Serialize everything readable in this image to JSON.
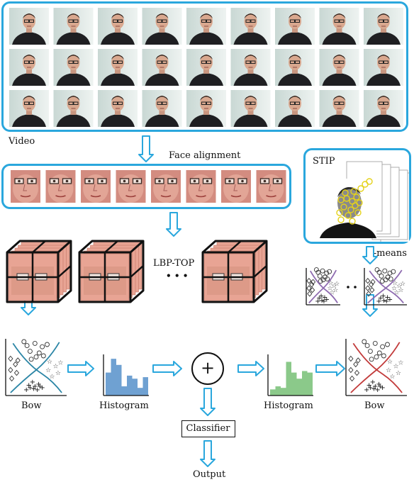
{
  "labels": {
    "video": "Video",
    "face_alignment": "Face alignment",
    "stip": "STIP",
    "lbp_top": "LBP-TOP",
    "ellipsis": "• • •",
    "k_means": "K-means",
    "bow_left": "Bow",
    "histogram_left": "Histogram",
    "plus": "+",
    "histogram_right": "Histogram",
    "bow_right": "Bow",
    "classifier": "Classifier",
    "output": "Output"
  },
  "colors": {
    "box_border": "#2aa7dd",
    "arrow_fill": "#ffffff",
    "arrow_stroke": "#2aa7dd",
    "hist_left": "#6fa1d2",
    "hist_right": "#8bc98a",
    "boundary_left": "#2c86a6",
    "boundary_right": "#c23b3b",
    "boundary_kmeans": "#8e6bb0"
  },
  "chart_data": [
    {
      "type": "bar",
      "values": [
        30,
        48,
        40,
        12,
        26,
        22,
        10,
        24
      ]
    },
    {
      "type": "bar",
      "values": [
        8,
        12,
        10,
        44,
        30,
        22,
        32,
        30
      ]
    }
  ]
}
